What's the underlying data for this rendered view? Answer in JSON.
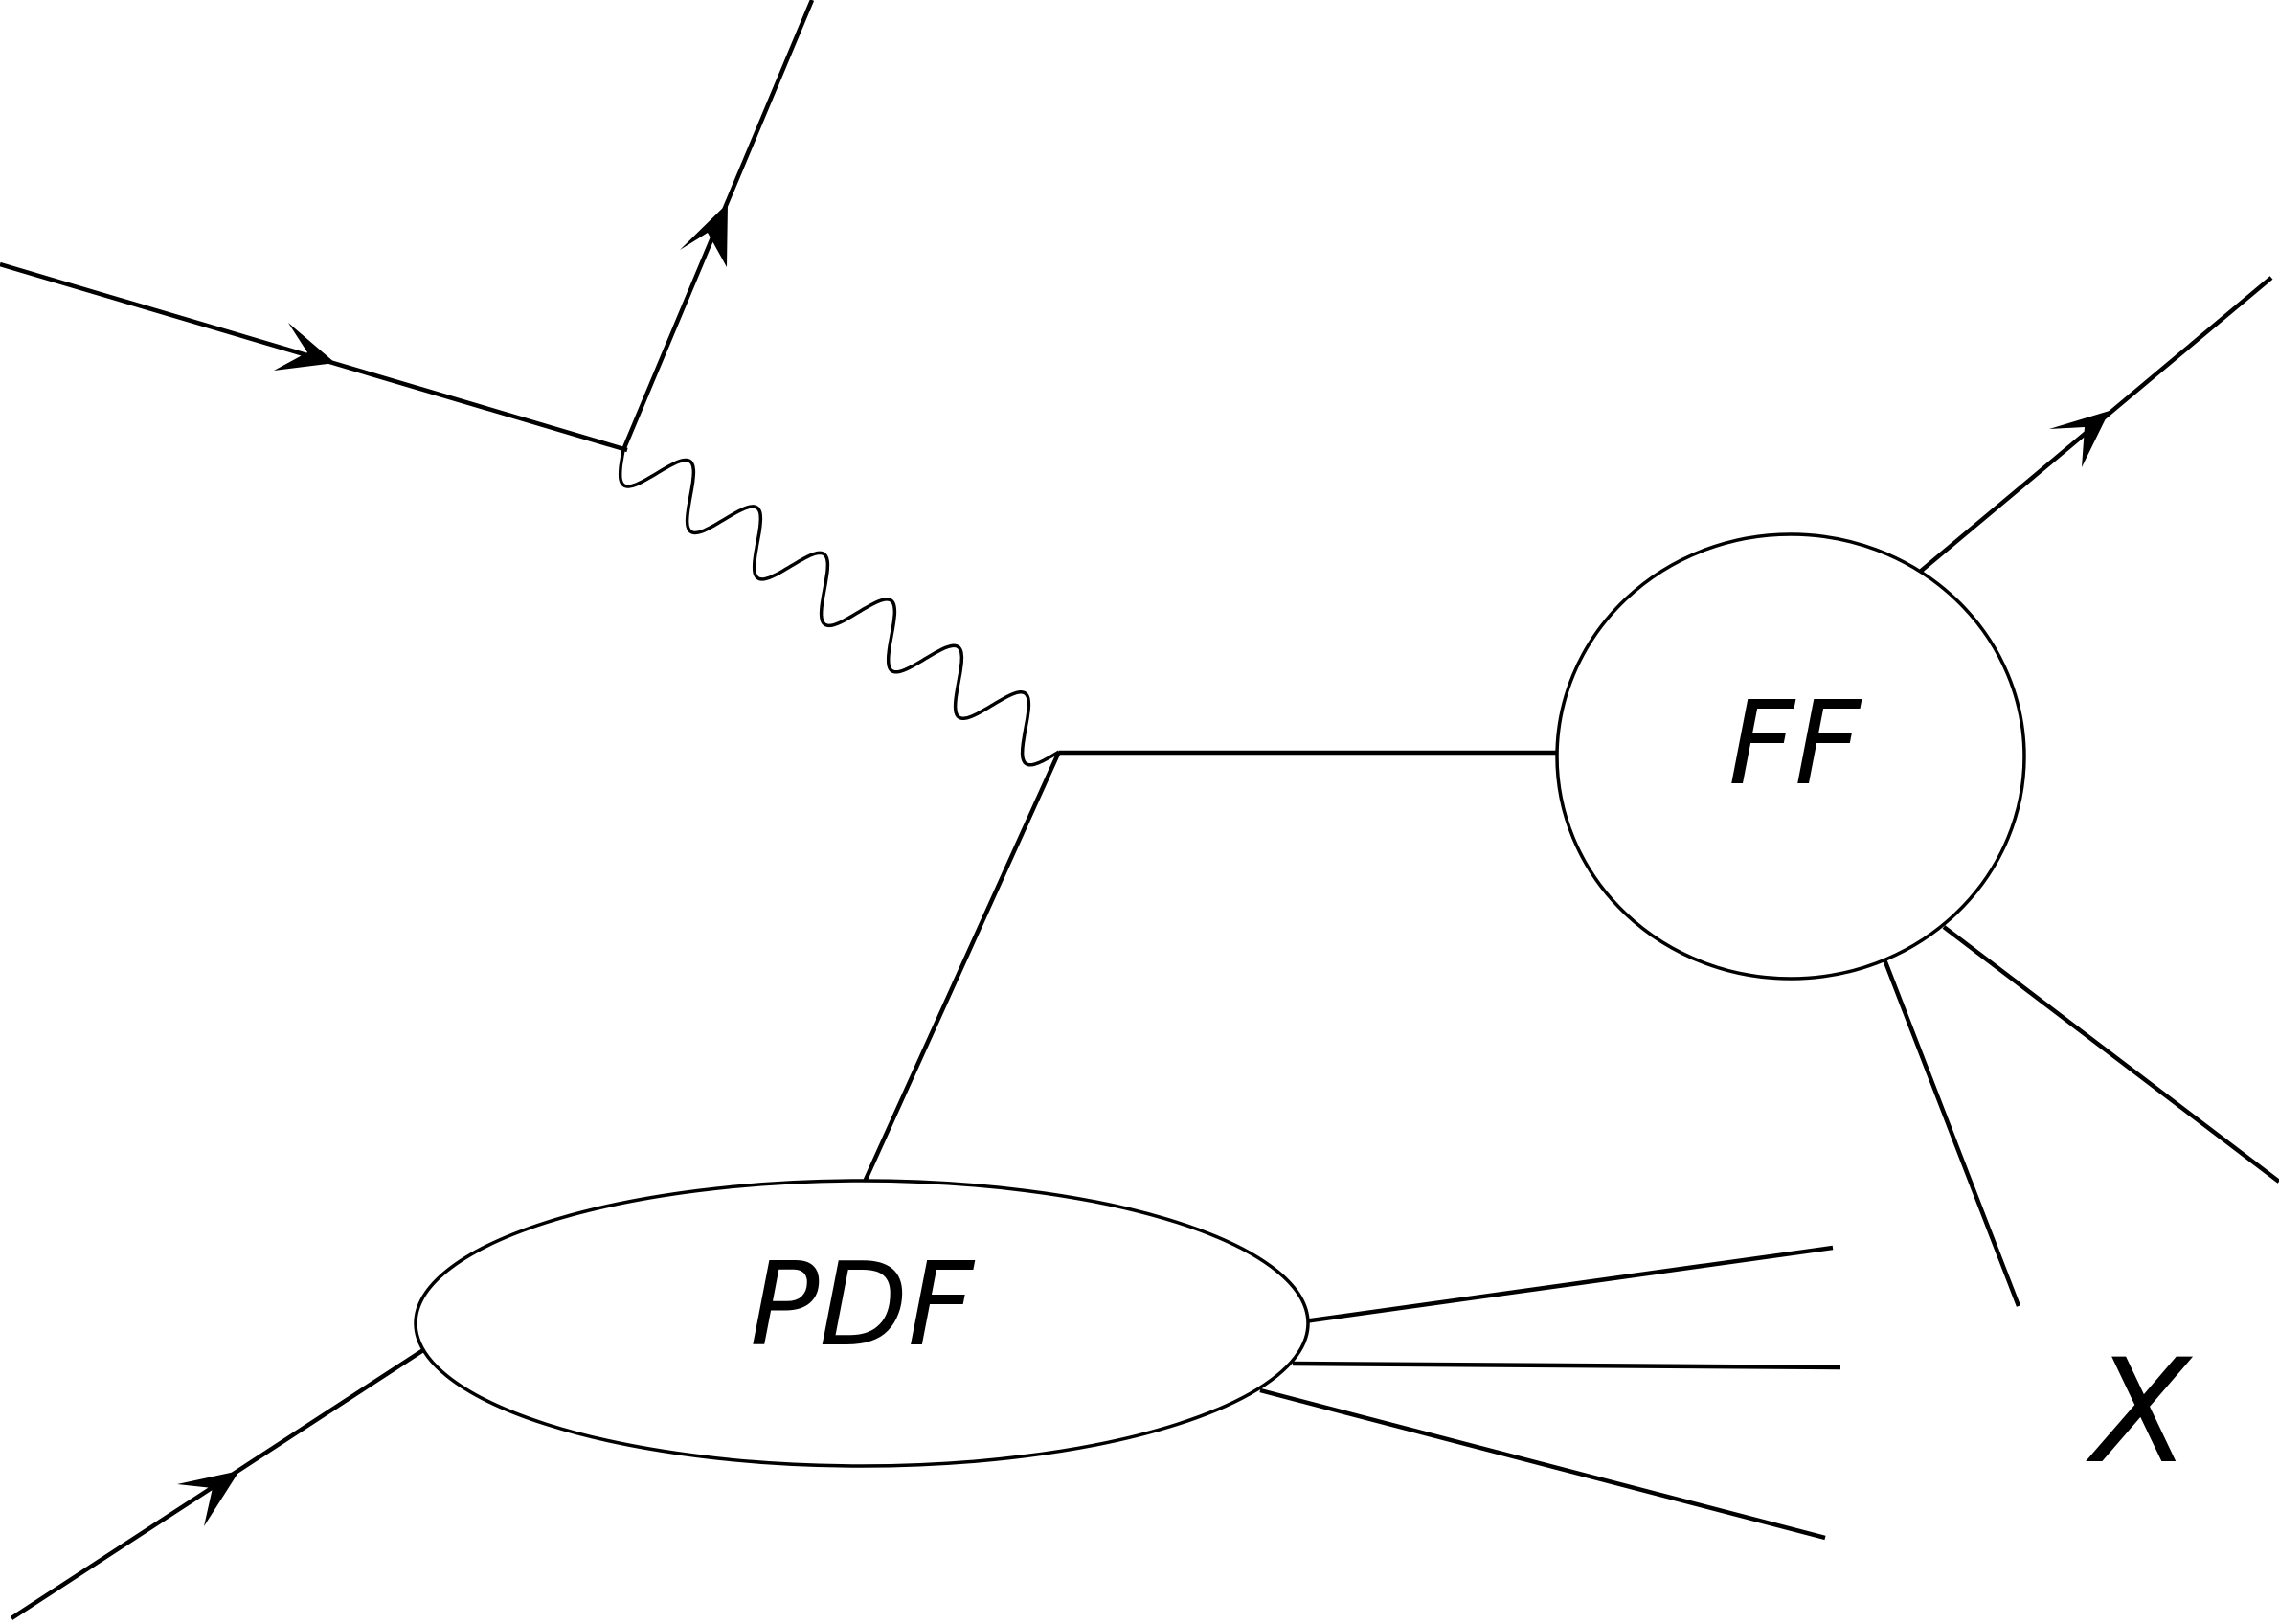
{
  "diagram": {
    "labels": {
      "pdf": "PDF",
      "ff": "FF",
      "x": "X"
    }
  }
}
